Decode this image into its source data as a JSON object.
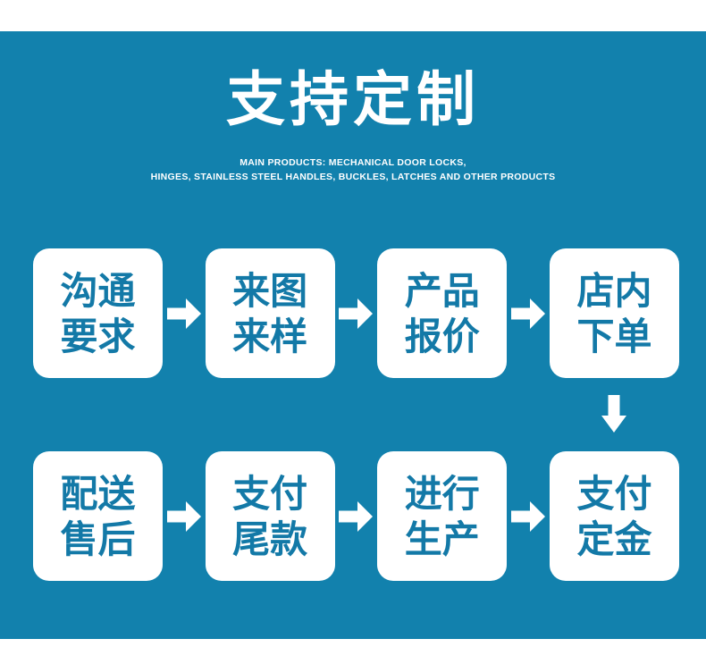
{
  "page": {
    "background_color": "#ffffff",
    "panel_color": "#1281ad",
    "box_color": "#ffffff",
    "box_text_color": "#1379a7",
    "arrow_color": "#ffffff"
  },
  "header": {
    "title": "支持定制",
    "subtitle_line1": "MAIN PRODUCTS: MECHANICAL DOOR LOCKS,",
    "subtitle_line2": "HINGES, STAINLESS STEEL HANDLES, BUCKLES, LATCHES AND OTHER PRODUCTS"
  },
  "flow": {
    "rows": [
      {
        "steps": [
          {
            "line1": "沟通",
            "line2": "要求"
          },
          {
            "line1": "来图",
            "line2": "来样"
          },
          {
            "line1": "产品",
            "line2": "报价"
          },
          {
            "line1": "店内",
            "line2": "下单"
          }
        ]
      },
      {
        "steps": [
          {
            "line1": "配送",
            "line2": "售后"
          },
          {
            "line1": "支付",
            "line2": "尾款"
          },
          {
            "line1": "进行",
            "line2": "生产"
          },
          {
            "line1": "支付",
            "line2": "定金"
          }
        ]
      }
    ],
    "icons": {
      "arrow_right": "arrow-right-icon",
      "arrow_down": "arrow-down-icon"
    }
  }
}
